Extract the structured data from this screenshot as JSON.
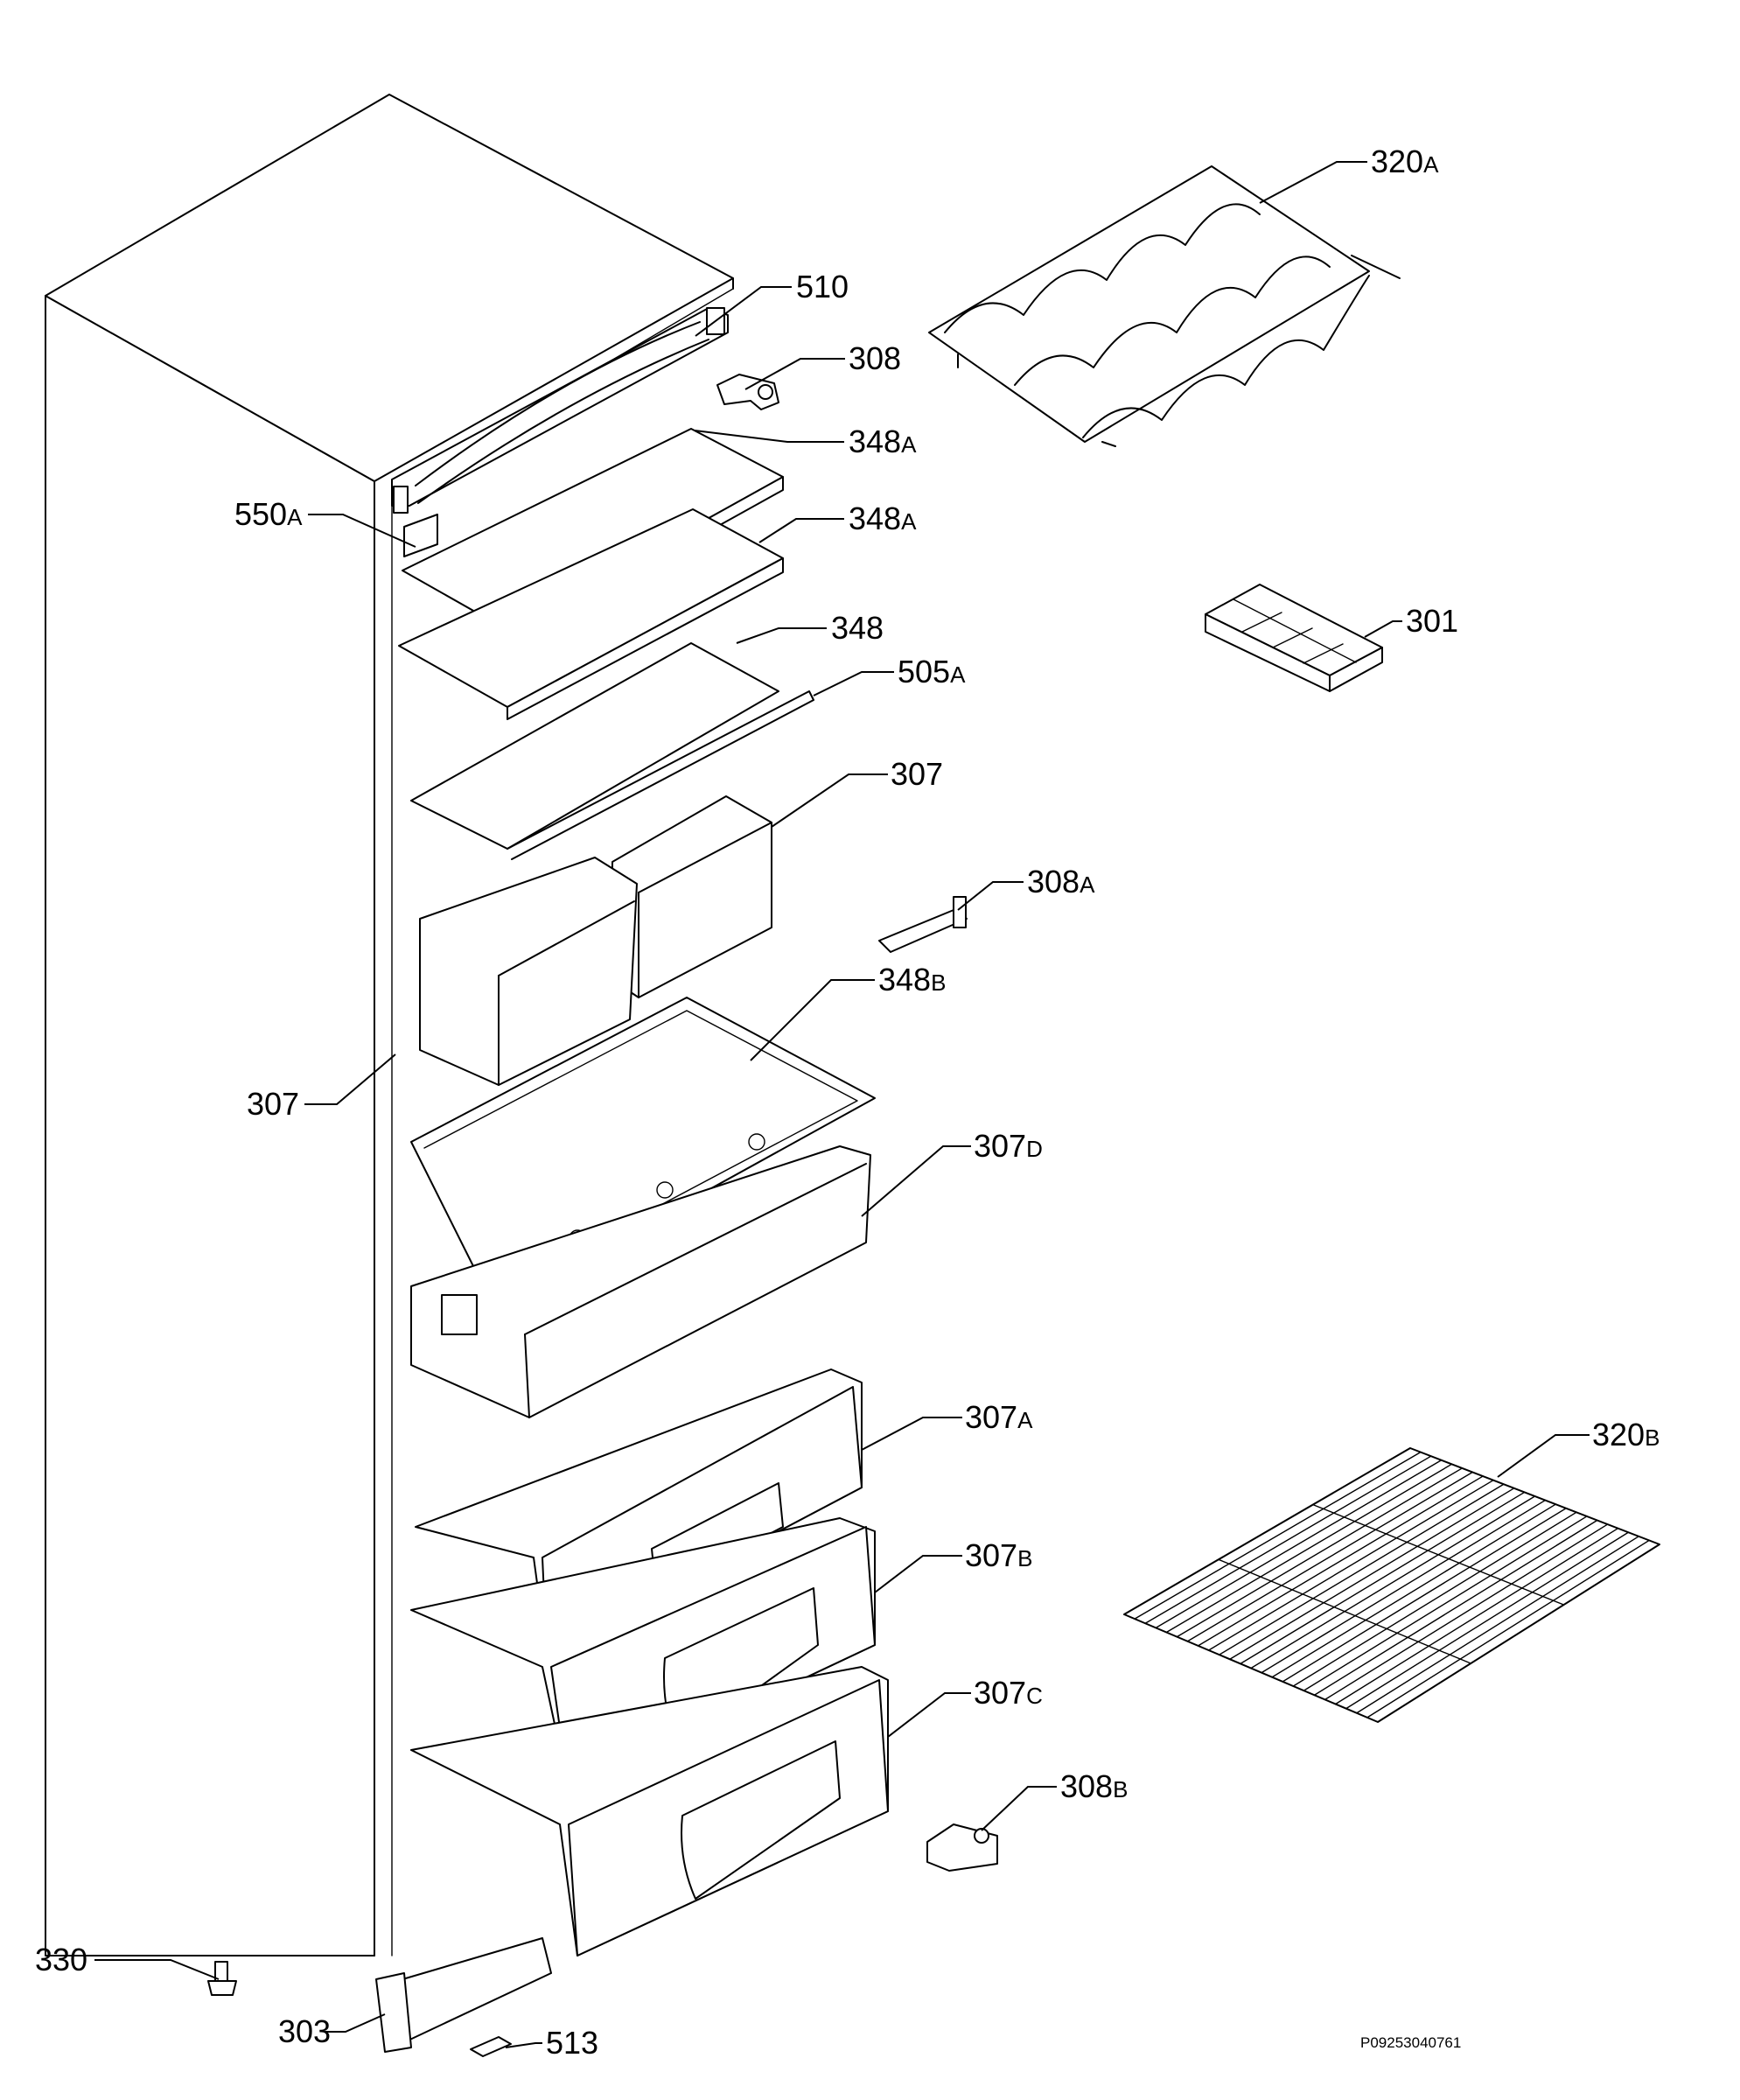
{
  "diagram": {
    "reference_code": "P09253040761",
    "labels": [
      {
        "id": "510",
        "num": "510",
        "suffix": ""
      },
      {
        "id": "308-top",
        "num": "308",
        "suffix": ""
      },
      {
        "id": "320a",
        "num": "320",
        "suffix": "A"
      },
      {
        "id": "348a-1",
        "num": "348",
        "suffix": "A"
      },
      {
        "id": "550a",
        "num": "550",
        "suffix": "A"
      },
      {
        "id": "348a-2",
        "num": "348",
        "suffix": "A"
      },
      {
        "id": "301",
        "num": "301",
        "suffix": ""
      },
      {
        "id": "348",
        "num": "348",
        "suffix": ""
      },
      {
        "id": "505a",
        "num": "505",
        "suffix": "A"
      },
      {
        "id": "307-right",
        "num": "307",
        "suffix": ""
      },
      {
        "id": "308a",
        "num": "308",
        "suffix": "A"
      },
      {
        "id": "348b",
        "num": "348",
        "suffix": "B"
      },
      {
        "id": "307-left",
        "num": "307",
        "suffix": ""
      },
      {
        "id": "307d",
        "num": "307",
        "suffix": "D"
      },
      {
        "id": "307a",
        "num": "307",
        "suffix": "A"
      },
      {
        "id": "320b",
        "num": "320",
        "suffix": "B"
      },
      {
        "id": "307b",
        "num": "307",
        "suffix": "B"
      },
      {
        "id": "307c",
        "num": "307",
        "suffix": "C"
      },
      {
        "id": "308b",
        "num": "308",
        "suffix": "B"
      },
      {
        "id": "330",
        "num": "330",
        "suffix": ""
      },
      {
        "id": "513",
        "num": "513",
        "suffix": ""
      },
      {
        "id": "303",
        "num": "303",
        "suffix": ""
      }
    ]
  }
}
